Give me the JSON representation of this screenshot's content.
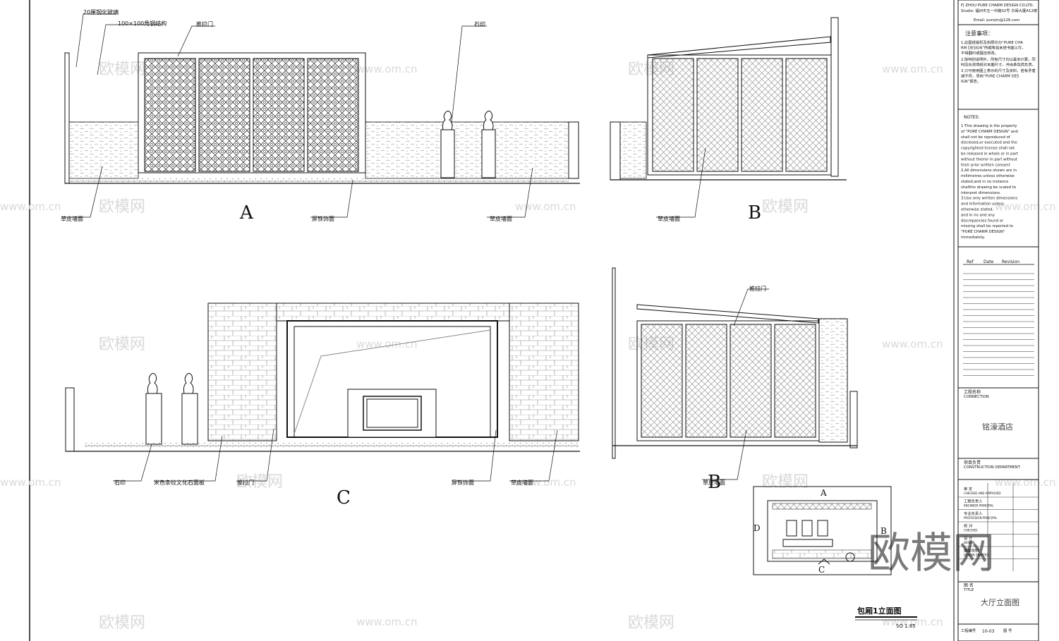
{
  "labels": {
    "glass": "20厘钢化玻璃",
    "frame": "100×100角钢结构",
    "sliding_door": "推拉门",
    "stone_seal": "石印",
    "leather_wall": "草皮墙面",
    "metal_screen": "屏铁饰面",
    "culture_stone": "米色条纹文化石面板",
    "sliding_door_c": "推拉门",
    "metal_finish": "屏铁饰面",
    "leather_wall_c": "草皮墙面",
    "leather_wall_b": "草皮墙面",
    "sliding_door_b2": "推拉门",
    "leather_wall_b2": "草皮墙面"
  },
  "views": {
    "a": "A",
    "b": "B",
    "c": "C",
    "b2": "B"
  },
  "keyplan": {
    "top": "A",
    "left": "D",
    "right": "B",
    "bottom": "C"
  },
  "drawing_title": "包厢1立面图",
  "scale": "SO 1.85",
  "title_block": {
    "company": "FJ ZHOU PURE CHARM DESIGN CO.LTD.",
    "address": "Studio: 福州市五一中路32号 华闽大厦A12楼",
    "email": "Email: purejm@126.com",
    "notes_cn_title": "注意事项：",
    "notes_cn": [
      "1.此图纸版权及执照均为“PURE CHARM DESIGN”所拥有如未经书面认可，不得翻印或擅自修改。",
      "2.除特别说明外，所有尺寸均以毫米计算，同时应在现场核对本图尺寸，并由承包商负责。",
      "3.只可使用图上表示的尺寸及资料，若有矛盾或不符，须向“PURE CHARM DESIGN”报告。"
    ],
    "notes_en_title": "NOTES:",
    "notes_en": [
      "1.This drawing is the property",
      "  of \"PURE CHARM DESIGN\" and",
      "  shall not be reproduced of",
      "  disclosed,or executed and the",
      "  copyrighted license shall not",
      "  be released in whole or in part",
      "  without theiror in part without",
      "  their prior written consent",
      "2.All dimensions shown are in",
      "  millimetres unless otherwise",
      "  stated,and in no instance",
      "  shallthe drawing be scaled to",
      "  interpret dimensions.",
      "3.Use only written dimensions",
      "  and information unless",
      "  otherwise stated,",
      "  and in no and any",
      "  discrepancies found or",
      "  missing shall be reported to",
      "  \"PURE CHARM DESIGN\"",
      "  immediately."
    ],
    "revision_headers": [
      "Ref",
      "Date",
      "Revision"
    ],
    "project_label_cn": "工程名称",
    "project_label_en": "CONNECTION",
    "project_name": "铭濠酒店",
    "dept_label_cn": "项目负责",
    "dept_label_en": "CONSTRUCTION DEPARTMENT",
    "sign_rows": [
      {
        "cn": "审 定",
        "en": "CHECKED AND APPROVED"
      },
      {
        "cn": "工程负责人",
        "en": "ENGINEER PRINCIPAL"
      },
      {
        "cn": "专业负责人",
        "en": "PROFESSION PRINCIPAL"
      },
      {
        "cn": "校 对",
        "en": "CHECKED"
      },
      {
        "cn": "设 计",
        "en": "DESIGN"
      },
      {
        "cn": "图面绘制",
        "en": "DESIGN DRAFTED"
      }
    ],
    "title_label_cn": "图 名",
    "title_label_en": "TITLE",
    "drawing_name": "大厅立面图",
    "no_label": "工程编号",
    "no_value": "10-03",
    "sheet_label": "图 号"
  },
  "watermarks": {
    "logo_text": "欧模网",
    "url_text": "www.om.cn",
    "big_text": "欧模网"
  }
}
